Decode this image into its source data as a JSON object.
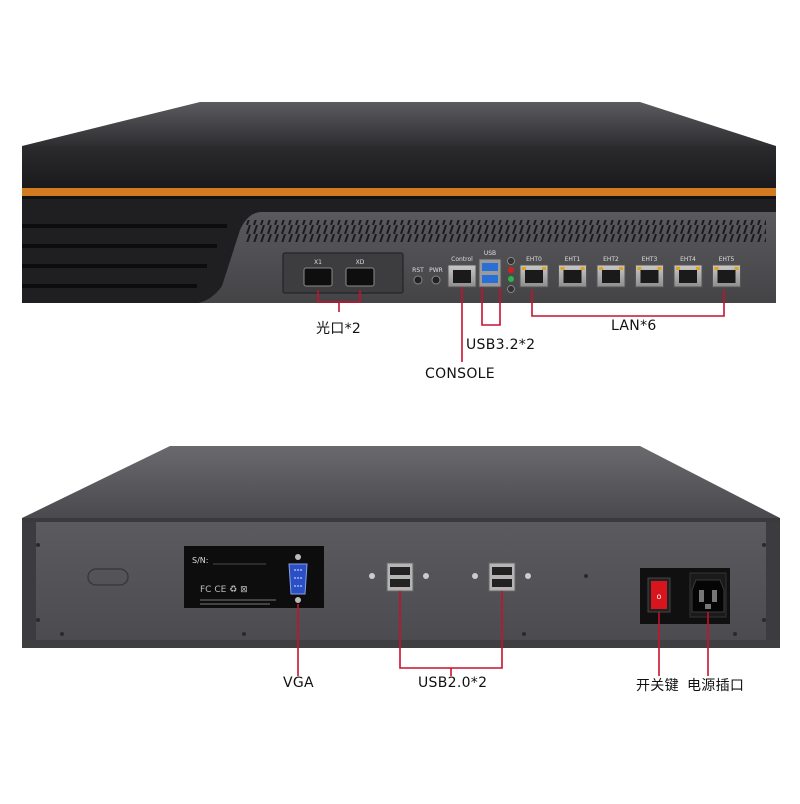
{
  "front_panel": {
    "port_labels": {
      "sfp1": "X1",
      "sfp2": "XD",
      "reset": "RST",
      "power": "PWR",
      "console": "Control",
      "usb": "USB",
      "lan": [
        "EHT0",
        "EHT1",
        "EHT2",
        "EHT3",
        "EHT4",
        "EHT5"
      ]
    },
    "callouts": {
      "optical": "光口*2",
      "usb32": "USB3.2*2",
      "console": "CONSOLE",
      "lan": "LAN*6"
    }
  },
  "rear_panel": {
    "label_plate": {
      "serial_prefix": "S/N:",
      "cert_marks": "FC CE ♻ ⊠"
    },
    "callouts": {
      "vga": "VGA",
      "usb20": "USB2.0*2",
      "switch": "开关键",
      "power_socket": "电源插口"
    }
  },
  "colors": {
    "chassis_dark": "#2a2a2c",
    "chassis_mid": "#4a4a4d",
    "accent_orange": "#d27a22",
    "callout_red": "#c8102e",
    "switch_red": "#d8141c"
  }
}
